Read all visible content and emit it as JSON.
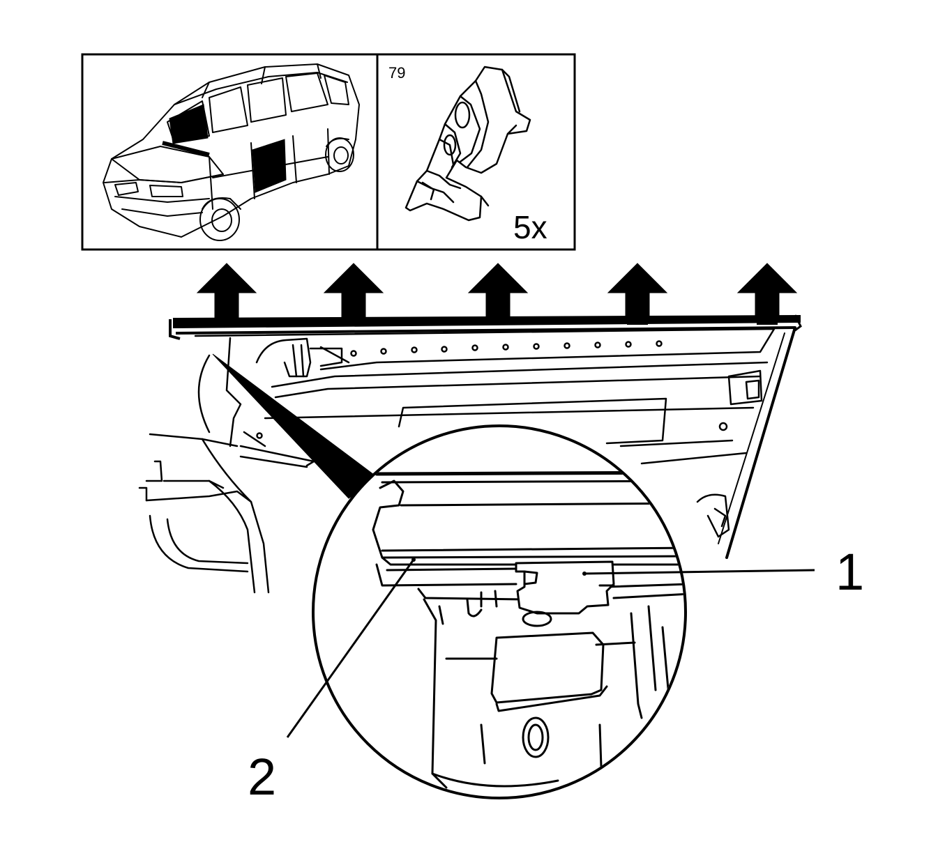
{
  "inset_vehicle": {
    "icon": "vehicle-overview-icon"
  },
  "inset_part": {
    "part_number": "79",
    "quantity": "5x",
    "icon": "retaining-clip-icon"
  },
  "callouts": [
    {
      "label": "1"
    },
    {
      "label": "2"
    }
  ],
  "colors": {
    "ink": "#000000",
    "paper": "#ffffff"
  }
}
